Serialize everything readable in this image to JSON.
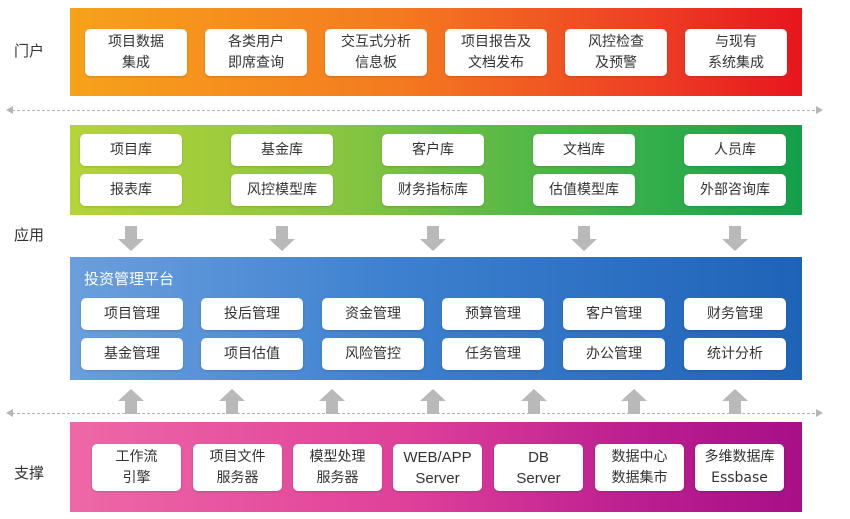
{
  "labels": {
    "portal": "门户",
    "application": "应用",
    "support": "支撑"
  },
  "portal": {
    "items": [
      "项目数据\n集成",
      "各类用户\n即席查询",
      "交互式分析\n信息板",
      "项目报告及\n文档发布",
      "风控检查\n及预警",
      "与现有\n系统集成"
    ]
  },
  "app_libraries": {
    "row1": [
      "项目库",
      "基金库",
      "客户库",
      "文档库",
      "人员库"
    ],
    "row2": [
      "报表库",
      "风控模型库",
      "财务指标库",
      "估值模型库",
      "外部咨询库"
    ]
  },
  "platform": {
    "title": "投资管理平台",
    "row1": [
      "项目管理",
      "投后管理",
      "资金管理",
      "预算管理",
      "客户管理",
      "财务管理"
    ],
    "row2": [
      "基金管理",
      "项目估值",
      "风险管控",
      "任务管理",
      "办公管理",
      "统计分析"
    ]
  },
  "support": {
    "items": [
      "工作流\n引擎",
      "项目文件\n服务器",
      "模型处理\n服务器",
      "WEB/APP\nServer",
      "DB\nServer",
      "数据中心\n数据集市",
      "多维数据库\nEssbase"
    ]
  },
  "colors": {
    "portal_band": [
      "#f7a21b",
      "#e6161e"
    ],
    "app_band": [
      "#b6d437",
      "#12a04a"
    ],
    "platform_band": [
      "#6b9fdd",
      "#1f63b8"
    ],
    "support_band": [
      "#ee68a6",
      "#a80f88"
    ],
    "arrow": "#b9b9b9"
  }
}
